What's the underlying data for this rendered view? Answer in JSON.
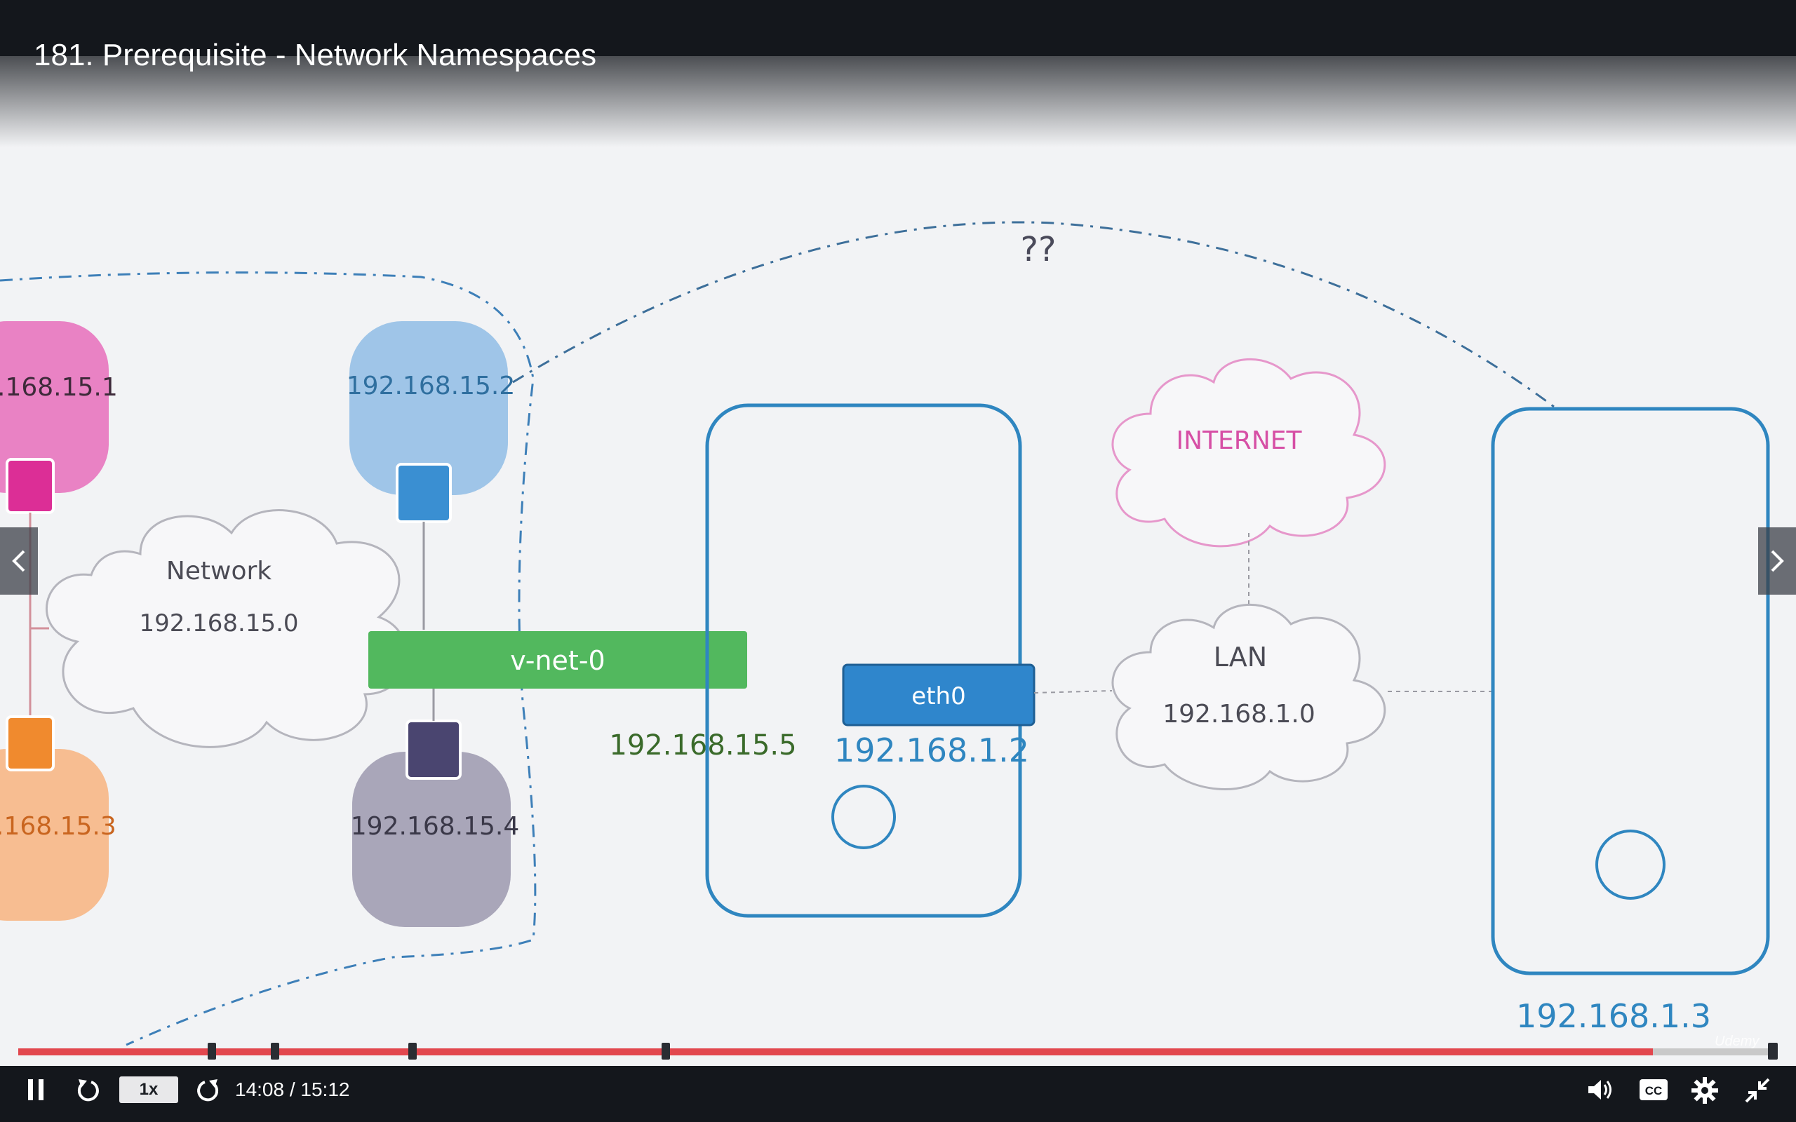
{
  "lecture": {
    "title": "181. Prerequisite - Network Namespaces"
  },
  "diagram": {
    "namespace_1_ip": ".168.15.1",
    "namespace_2_ip": "192.168.15.2",
    "namespace_3_ip": ".168.15.3",
    "namespace_4_ip": "192.168.15.4",
    "network_cloud_label": "Network",
    "network_cloud_ip": "192.168.15.0",
    "bridge_label": "v-net-0",
    "bridge_ip": "192.168.15.5",
    "eth0_label": "eth0",
    "host1_ip": "192.168.1.2",
    "internet_label": "INTERNET",
    "lan_label": "LAN",
    "lan_ip": "192.168.1.0",
    "host2_ip": "192.168.1.3",
    "unknown_route_label": "??",
    "colors": {
      "pink": "#e06fb8",
      "light_blue": "#9fc5e8",
      "orange": "#f6b88a",
      "gray_purple": "#a7a4b8",
      "green": "#52b75c",
      "blue": "#2f86cc",
      "internet_pink": "#d64fa5"
    }
  },
  "player": {
    "speed": "1x",
    "time": "14:08 / 15:12",
    "progress": 0.929,
    "chapter_marks": [
      0.11,
      0.146,
      0.224,
      0.368
    ],
    "watermark": "Udemy",
    "accent_color": "#e2474e",
    "icons": [
      "pause-icon",
      "rewind-icon",
      "forward-icon",
      "volume-icon",
      "captions-icon",
      "settings-icon",
      "exit-fullscreen-icon",
      "chevron-left-icon",
      "chevron-right-icon"
    ]
  }
}
